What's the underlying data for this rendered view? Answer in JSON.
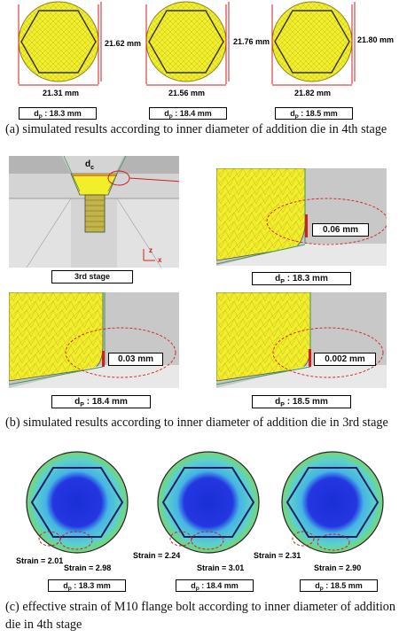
{
  "row_a": {
    "items": [
      {
        "height": "21.62 mm",
        "width": "21.31 mm",
        "dp": "18.3 mm"
      },
      {
        "height": "21.76 mm",
        "width": "21.56 mm",
        "dp": "18.4 mm"
      },
      {
        "height": "21.80 mm",
        "width": "21.82 mm",
        "dp": "18.5 mm"
      }
    ],
    "caption": "(a) simulated results according to inner diameter of addition die in 4th stage"
  },
  "row_b": {
    "dc_label": "d",
    "dc_sub": "c",
    "axis_z": "z",
    "axis_x": "x",
    "stage_label": "3rd stage",
    "details": [
      {
        "gap": "0.06 mm",
        "dp": "18.3 mm"
      },
      {
        "gap": "0.03 mm",
        "dp": "18.4 mm"
      },
      {
        "gap": "0.002 mm",
        "dp": "18.5 mm"
      }
    ],
    "caption": "(b) simulated results according to inner diameter of addition die in 3rd stage"
  },
  "row_c": {
    "items": [
      {
        "strain_left": "Strain = 2.01",
        "strain_right": "Strain = 2.98",
        "dp": "18.3 mm"
      },
      {
        "strain_left": "Strain = 2.24",
        "strain_right": "Strain = 3.01",
        "dp": "18.4 mm"
      },
      {
        "strain_left": "Strain = 2.31",
        "strain_right": "Strain = 2.90",
        "dp": "18.5 mm"
      }
    ],
    "caption": "(c) effective strain of M10 flange bolt according to inner diameter of addition die in 4th stage"
  },
  "dp_prefix": "d",
  "dp_sub": "P",
  "dp_sep": " : ",
  "colors": {
    "mesh_yellow": "#f2ee2a",
    "die_gray": "#c8c8c8",
    "annot_red": "#d21e1e",
    "strain_blue": "#1a2fd6",
    "strain_cyan": "#46b4e6"
  }
}
